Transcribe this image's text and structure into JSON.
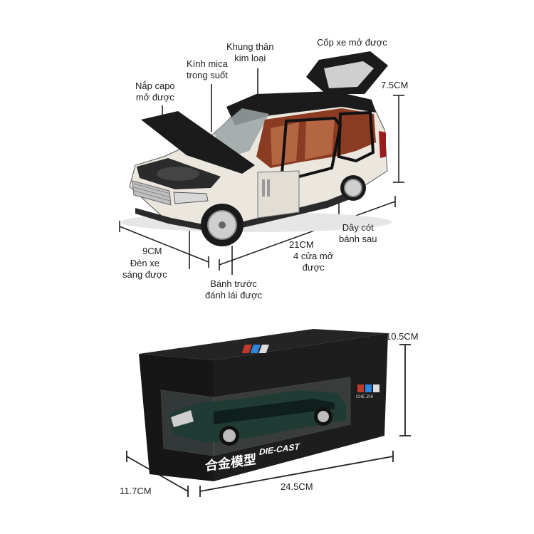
{
  "top_product": {
    "labels": {
      "trunk": "Cốp xe mở được",
      "body": [
        "Khung thân",
        "kim loại"
      ],
      "glass": [
        "Kính mica",
        "trong suốt"
      ],
      "hood": [
        "Nắp capo",
        "mở được"
      ],
      "height": "7.5CM",
      "width": "9CM",
      "length": "21CM",
      "lights": [
        "Đèn xe",
        "sáng được"
      ],
      "doors": [
        "4 cửa mở",
        "được"
      ],
      "front_wheel": [
        "Bánh trước",
        "đánh lái được"
      ],
      "rear_wheel": [
        "Dây cót",
        "bánh sau"
      ]
    },
    "car_color": "#e9e4dc",
    "roof_color": "#1b1b1b",
    "interior_color": "#8a3b22"
  },
  "bottom_box": {
    "labels": {
      "height": "10.5CM",
      "depth": "11.7CM",
      "length": "24.5CM"
    },
    "box_text": {
      "title": "合金模型",
      "subtitle": "DIE-CAST",
      "brand": "CHE ZHI"
    },
    "box_color": "#1c1c1c",
    "car_color": "#1f3b34"
  }
}
